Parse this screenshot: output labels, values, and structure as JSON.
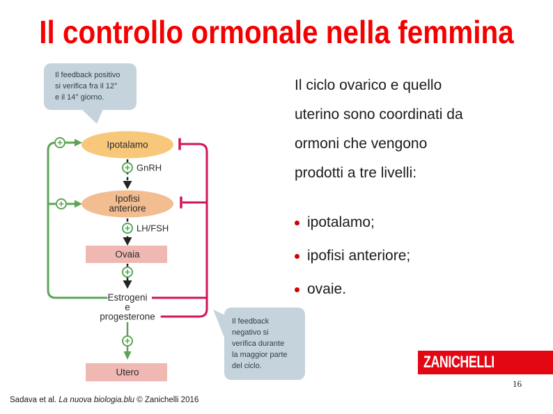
{
  "title": "Il controllo ormonale nella femmina",
  "colors": {
    "title_red": "#F40000",
    "brand_red": "#E30613",
    "stimulation_green": "#5AA555",
    "inhibition_pink": "#D1135B",
    "hypothalamus_yellow": "#F8C87A",
    "pituitary_salmon": "#F2BD90",
    "organ_pink": "#EFB8B2",
    "callout_blue": "#C5D4DC",
    "bullet_red": "#D40000"
  },
  "main_text": {
    "lines": [
      "Il ciclo ovarico e quello",
      "uterino sono coordinati da",
      "ormoni che vengono",
      "prodotti a tre livelli:"
    ]
  },
  "bullets": {
    "items": [
      "ipotalamo;",
      "ipofisi anteriore;",
      "ovaie."
    ]
  },
  "callouts": {
    "positive": {
      "lines": [
        "Il feedback positivo",
        "si verifica fra il 12°",
        "e il 14° giorno."
      ]
    },
    "negative": {
      "lines": [
        "Il feedback",
        "negativo si",
        "verifica durante",
        "la maggior parte",
        "del ciclo."
      ]
    }
  },
  "diagram": {
    "ipotalamo": "Ipotalamo",
    "gnrh": "GnRH",
    "ipofisi_line1": "Ipofisi",
    "ipofisi_line2": "anteriore",
    "lh_fsh": "LH/FSH",
    "ovaia": "Ovaia",
    "estrogeni_line1": "Estrogeni",
    "estrogeni_line2": "e",
    "estrogeni_line3": "progesterone",
    "utero": "Utero"
  },
  "footer": {
    "citation_author": "Sadava et al. ",
    "citation_book": "La nuova biologia.blu",
    "citation_rest": " © Zanichelli 2016",
    "page_number": "16",
    "logo_text": "ZANICHELLI"
  }
}
